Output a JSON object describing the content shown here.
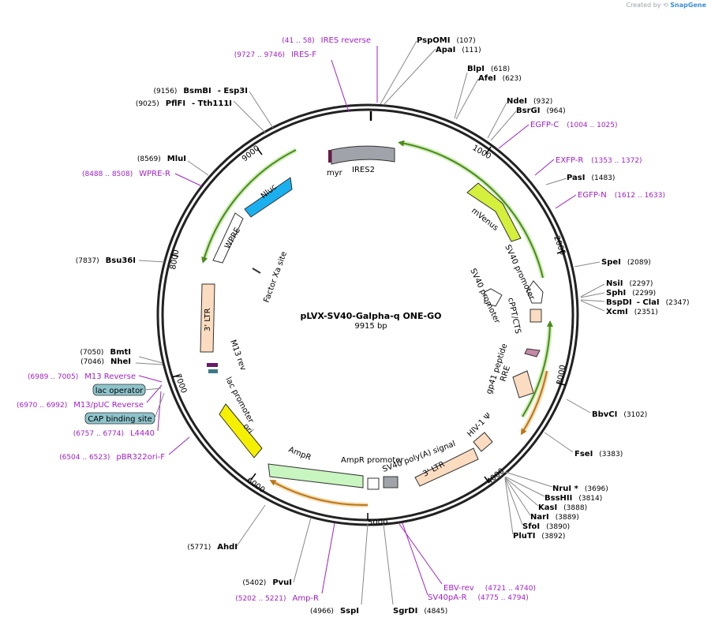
{
  "credit": {
    "prefix": "Created by",
    "brand": "SnapGene"
  },
  "plasmid": {
    "name": "pLVX-SV40-Galpha-q ONE-GO",
    "length": "9915 bp"
  },
  "ticks": [
    "1000",
    "2000",
    "3000",
    "4000",
    "5000",
    "6000",
    "7000",
    "8000",
    "9000"
  ],
  "sites": [
    {
      "name": "PspOMI",
      "pos": "(107)"
    },
    {
      "name": "ApaI",
      "pos": "(111)"
    },
    {
      "name": "BlpI",
      "pos": "(618)"
    },
    {
      "name": "AfeI",
      "pos": "(623)"
    },
    {
      "name": "NdeI",
      "pos": "(932)"
    },
    {
      "name": "BsrGI",
      "pos": "(964)"
    },
    {
      "name": "PasI",
      "pos": "(1483)"
    },
    {
      "name": "SpeI",
      "pos": "(2089)"
    },
    {
      "name": "NsiI",
      "pos": "(2297)"
    },
    {
      "name": "SphI",
      "pos": "(2299)"
    },
    {
      "name": "BspDI",
      "name2": "- ClaI",
      "pos": "(2347)"
    },
    {
      "name": "XcmI",
      "pos": "(2351)"
    },
    {
      "name": "BbvCI",
      "pos": "(3102)"
    },
    {
      "name": "FseI",
      "pos": "(3383)"
    },
    {
      "name": "NruI *",
      "pos": "(3696)"
    },
    {
      "name": "BssHII",
      "pos": "(3814)"
    },
    {
      "name": "KasI",
      "pos": "(3888)"
    },
    {
      "name": "NarI",
      "pos": "(3889)"
    },
    {
      "name": "SfoI",
      "pos": "(3890)"
    },
    {
      "name": "PluTI",
      "pos": "(3892)"
    },
    {
      "name": "SgrDI",
      "pos": "(4845)"
    },
    {
      "name": "SspI",
      "pos": "(4966)"
    },
    {
      "name": "PvuI",
      "pos": "(5402)"
    },
    {
      "name": "AhdI",
      "pos": "(5771)"
    },
    {
      "name": "NheI",
      "pos": "(7046)"
    },
    {
      "name": "BmtI",
      "pos": "(7050)"
    },
    {
      "name": "Bsu36I",
      "pos": "(7837)"
    },
    {
      "name": "MluI",
      "pos": "(8569)"
    },
    {
      "name": "PflFI",
      "name2": "- Tth111I",
      "pos": "(9025)"
    },
    {
      "name": "BsmBI",
      "name2": "- Esp3I",
      "pos": "(9156)"
    }
  ],
  "primers": [
    {
      "name": "IRES reverse",
      "range": "(41 .. 58)"
    },
    {
      "name": "IRES-F",
      "range": "(9727 .. 9746)"
    },
    {
      "name": "EGFP-C",
      "range": "(1004 .. 1025)"
    },
    {
      "name": "EXFP-R",
      "range": "(1353 .. 1372)"
    },
    {
      "name": "EGFP-N",
      "range": "(1612 .. 1633)"
    },
    {
      "name": "EBV-rev",
      "range": "(4721 .. 4740)"
    },
    {
      "name": "SV40pA-R",
      "range": "(4775 .. 4794)"
    },
    {
      "name": "Amp-R",
      "range": "(5202 .. 5221)"
    },
    {
      "name": "pBR322ori-F",
      "range": "(6504 .. 6523)"
    },
    {
      "name": "L4440",
      "range": "(6757 .. 6774)"
    },
    {
      "name": "M13/pUC Reverse",
      "range": "(6970 .. 6992)"
    },
    {
      "name": "M13 Reverse",
      "range": "(6989 .. 7005)"
    },
    {
      "name": "WPRE-R",
      "range": "(8488 .. 8508)"
    }
  ],
  "boxed_features": [
    "lac operator",
    "CAP binding site"
  ],
  "features": {
    "myr": "myr",
    "ires2": "IRES2",
    "mvenus": "mVenus",
    "sv40_promoter_1": "SV40 promoter",
    "sv40_promoter_2": "SV40 promoter",
    "cppt": "cPPT/CTS",
    "gp41": "gp41 peptide",
    "rre": "RRE",
    "hiv": "HIV-1 Ψ",
    "ltr3_right": "3' LTR",
    "sv40polya": "SV40 poly(A) signal",
    "ampr_promoter": "AmpR promoter",
    "ampr": "AmpR",
    "ori": "ori",
    "lac_promoter": "lac promoter",
    "m13rev": "M13 rev",
    "ltr3_left": "3' LTR",
    "wpre": "WPRE",
    "nluc": "Nluc",
    "factor_xa": "Factor Xa site"
  },
  "colors": {
    "primer": "#a020c8",
    "orf_green": "#4a8a1a",
    "orf_orange": "#b8761a",
    "mvenus": "#d4f03c",
    "nluc": "#1ab0f0",
    "ori": "#f5f000",
    "ampr": "#c8f5c0",
    "ltr": "#fcdcc0",
    "ires": "#a0a4aa",
    "feature_box": "#8ec4cc"
  }
}
